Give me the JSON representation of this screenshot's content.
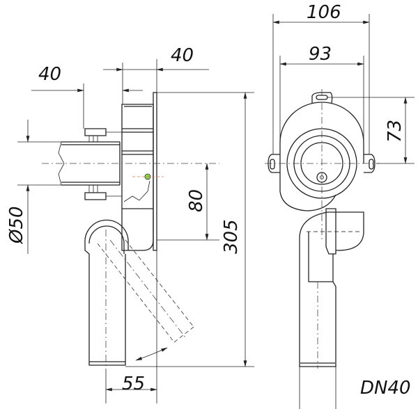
{
  "dimensions": {
    "side_top_width": "40",
    "side_pipe_length": "40",
    "pipe_diameter": "Ø50",
    "center_offset": "80",
    "total_height": "305",
    "outlet_offset": "55",
    "front_overall_width": "106",
    "front_mount_width": "93",
    "front_mount_height": "73",
    "outlet_size": "DN40"
  },
  "colors": {
    "line": "#222222",
    "fitting_accent": "#8fd14f",
    "centerline_accent": "#e07050"
  }
}
